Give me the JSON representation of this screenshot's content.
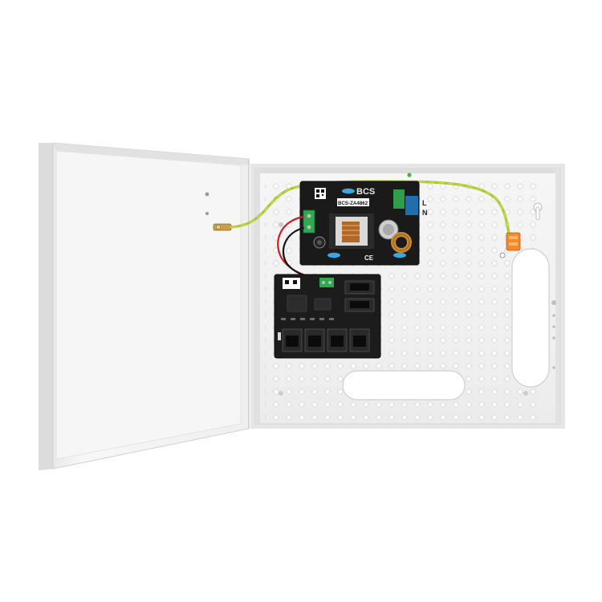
{
  "image": {
    "brand_label": "BCS",
    "model_label": "BCS-ZA4862",
    "terminal_label_l": "L",
    "terminal_label_n": "N",
    "ce_mark": "CE",
    "colors": {
      "background": "#ffffff",
      "enclosure": "#f4f4f4",
      "pcb": "#1a1a1a",
      "earth_wire": "#9acd32",
      "connector_orange": "#f08a2c",
      "terminal_green": "#2fa84f"
    }
  }
}
